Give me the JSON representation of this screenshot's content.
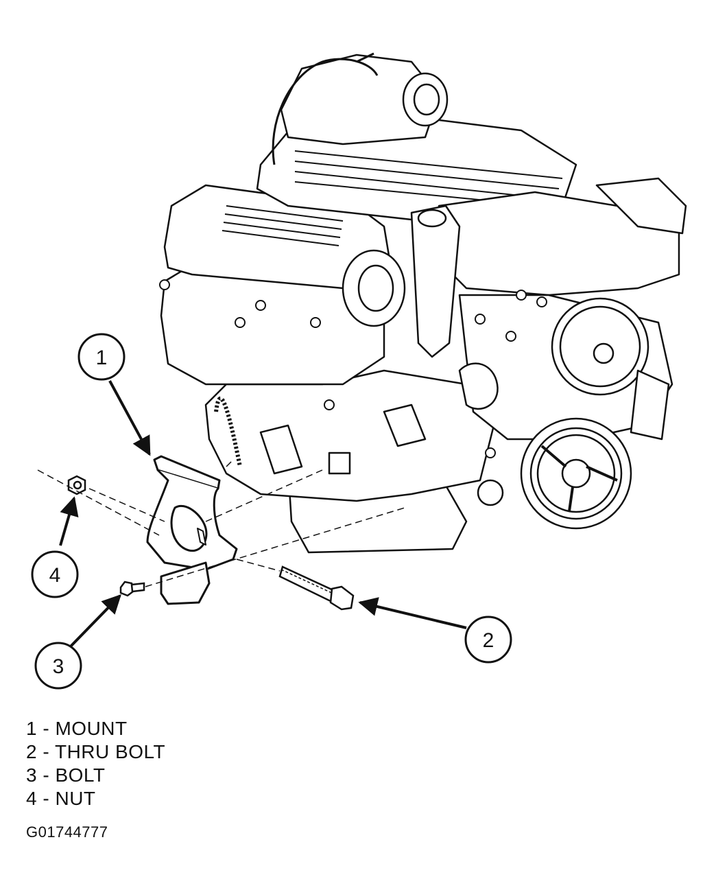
{
  "legend": [
    {
      "number": "1",
      "label": "MOUNT"
    },
    {
      "number": "2",
      "label": "THRU BOLT"
    },
    {
      "number": "3",
      "label": "BOLT"
    },
    {
      "number": "4",
      "label": "NUT"
    }
  ],
  "callouts": {
    "c1": "1",
    "c2": "2",
    "c3": "3",
    "c4": "4"
  },
  "figure_id": "G01744777"
}
